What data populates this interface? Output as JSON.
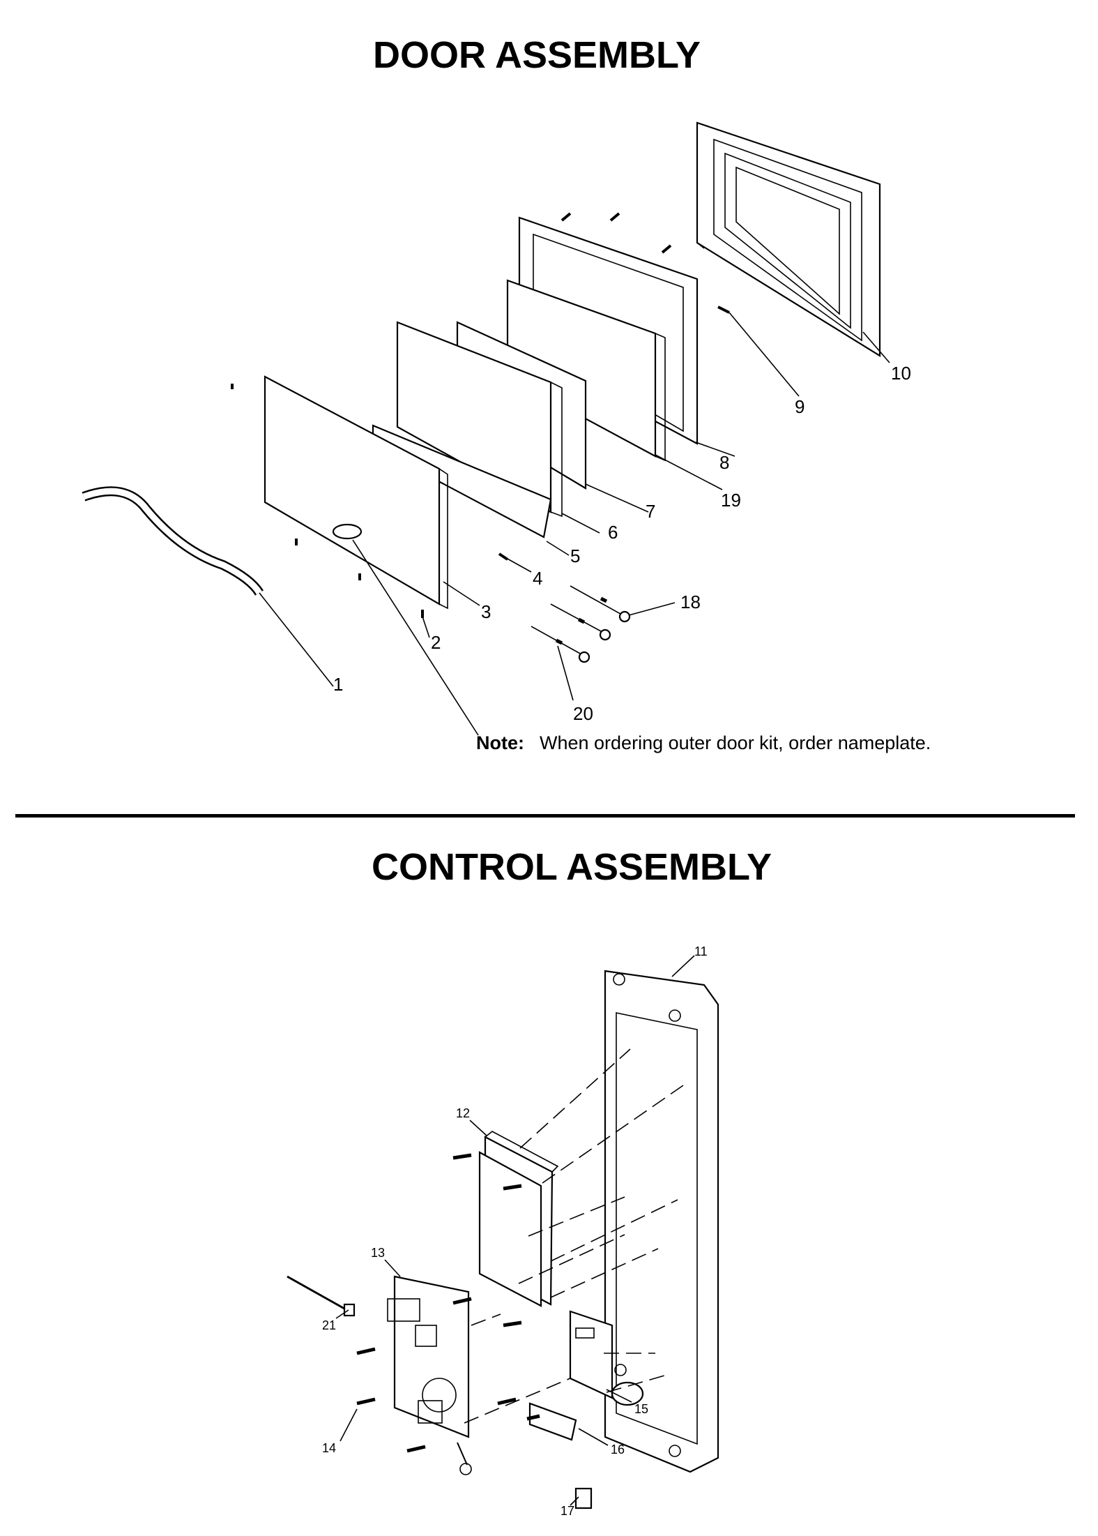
{
  "door_section": {
    "title": "DOOR ASSEMBLY",
    "note_label": "Note:",
    "note_text": "When ordering outer door kit, order nameplate.",
    "callouts": [
      "1",
      "2",
      "3",
      "4",
      "5",
      "6",
      "7",
      "8",
      "9",
      "10",
      "18",
      "19",
      "20"
    ]
  },
  "control_section": {
    "title": "CONTROL ASSEMBLY",
    "callouts": [
      "11",
      "12",
      "13",
      "14",
      "15",
      "16",
      "17",
      "21"
    ]
  }
}
